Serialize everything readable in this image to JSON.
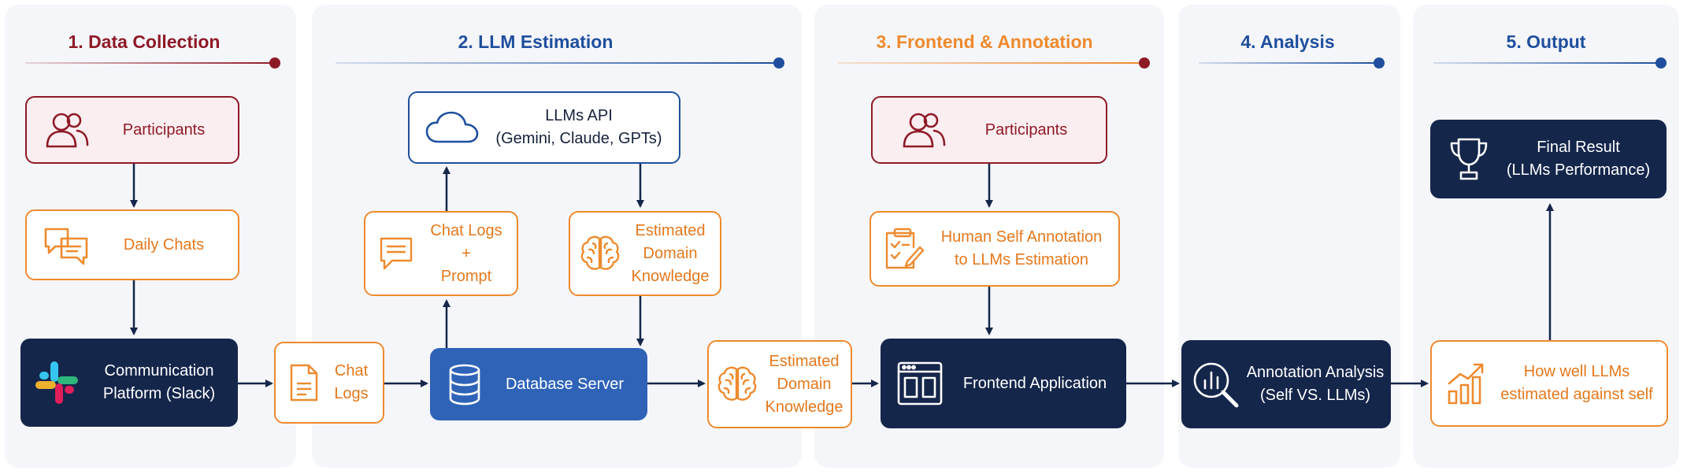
{
  "stages": [
    {
      "title": "1. Data Collection",
      "color": "#8e1a26"
    },
    {
      "title": "2. LLM Estimation",
      "color": "#1f4f9e"
    },
    {
      "title": "3. Frontend & Annotation",
      "color": "#ee8a2d"
    },
    {
      "title": "4. Analysis",
      "color": "#1f4f9e"
    },
    {
      "title": "5. Output",
      "color": "#1f4f9e"
    }
  ],
  "nodes": {
    "participants_1": {
      "label": "Participants",
      "icon": "users-icon"
    },
    "daily_chats": {
      "label": "Daily Chats",
      "icon": "chat-bubbles-icon"
    },
    "slack": {
      "line1": "Communication",
      "line2": "Platform (Slack)",
      "icon": "slack-logo-icon"
    },
    "chat_logs": {
      "line1": "Chat",
      "line2": "Logs",
      "icon": "document-icon"
    },
    "chat_logs_prompt": {
      "line1": "Chat Logs",
      "line2": "+",
      "line3": "Prompt",
      "icon": "message-icon"
    },
    "llms_api": {
      "line1": "LLMs API",
      "line2": "(Gemini, Claude, GPTs)",
      "icon": "cloud-icon"
    },
    "estimated_dk_top": {
      "line1": "Estimated",
      "line2": "Domain",
      "line3": "Knowledge",
      "icon": "brain-icon"
    },
    "database": {
      "label": "Database Server",
      "icon": "database-icon"
    },
    "estimated_dk_mid": {
      "line1": "Estimated",
      "line2": "Domain",
      "line3": "Knowledge",
      "icon": "brain-icon"
    },
    "participants_3": {
      "label": "Participants",
      "icon": "users-icon"
    },
    "human_annotation": {
      "line1": "Human Self Annotation",
      "line2": "to LLMs Estimation",
      "icon": "clipboard-edit-icon"
    },
    "frontend": {
      "label": "Frontend Application",
      "icon": "browser-window-icon"
    },
    "analysis": {
      "line1": "Annotation Analysis",
      "line2": "(Self VS. LLMs)",
      "icon": "magnifier-chart-icon"
    },
    "how_well": {
      "line1": "How well LLMs",
      "line2": "estimated against self",
      "icon": "growth-chart-icon"
    },
    "final_result": {
      "line1": "Final Result",
      "line2": "(LLMs Performance)",
      "icon": "trophy-icon"
    }
  },
  "colors": {
    "maroon": "#8e1a26",
    "orange": "#ee8a2d",
    "blue": "#1f4f9e",
    "navy": "#15264b",
    "db_blue": "#2f63b8",
    "arrow": "#15264b"
  }
}
